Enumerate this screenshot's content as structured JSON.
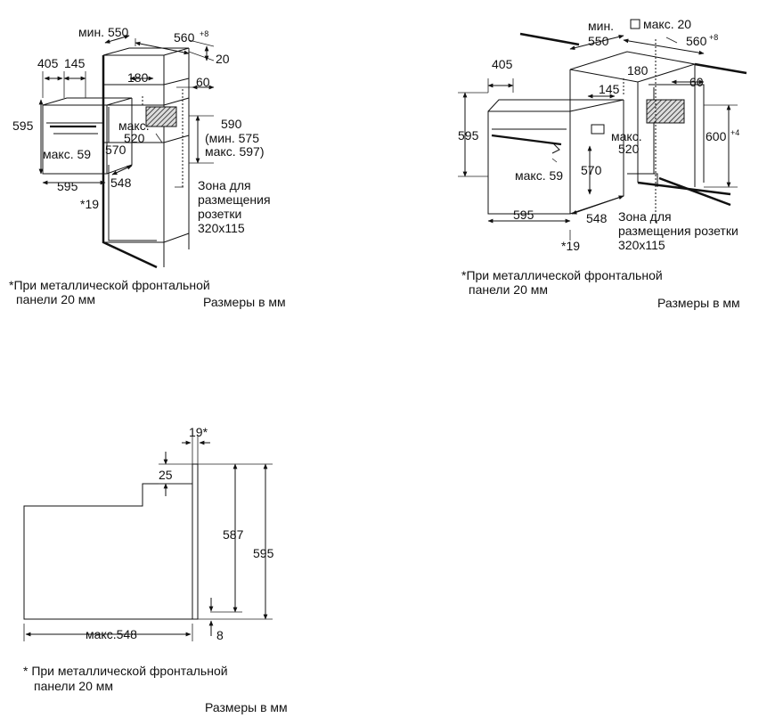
{
  "diagram1": {
    "dims": {
      "d550": "мин. 550",
      "d560": "560",
      "d560_sup": "+8",
      "d20": "20",
      "d405": "405",
      "d145": "145",
      "d180": "180",
      "d60": "60",
      "d595v": "595",
      "max520_line1": "макс.",
      "max520_line2": "520",
      "d590_line1": "590",
      "d590_line2": "(мин. 575",
      "d590_line3": "макс. 597)",
      "max59": "макс. 59",
      "d570": "570",
      "d595h": "595",
      "d548": "548",
      "d19": "*19"
    },
    "socket_zone": [
      "Зона для",
      "размещения",
      "розетки",
      "320x115"
    ],
    "footnote": [
      "*При металлической фронтальной",
      "панели 20 мм"
    ],
    "units": "Размеры в мм"
  },
  "diagram2": {
    "dims": {
      "min550_line1": "мин.",
      "min550_line2": "550",
      "max20": "макс. 20",
      "d560": "560",
      "d560_sup": "+8",
      "d405": "405",
      "d180": "180",
      "d145": "145",
      "d60": "60",
      "d595v": "595",
      "max520_line1": "макс.",
      "max520_line2": "520",
      "d600": "600",
      "d600_sup": "+4",
      "d570": "570",
      "max59": "макс. 59",
      "d595h": "595",
      "d548": "548",
      "d19": "*19"
    },
    "socket_zone": [
      "Зона для",
      "размещения розетки",
      "320x115"
    ],
    "footnote": [
      "*При металлической фронтальной",
      "панели 20 мм"
    ],
    "units": "Размеры в мм"
  },
  "diagram3": {
    "dims": {
      "d19": "19*",
      "d25": "25",
      "d587": "587",
      "d595": "595",
      "max548": "макс.548",
      "d8": "8"
    },
    "footnote": [
      "* При металлической фронтальной",
      "панели 20 мм"
    ],
    "units": "Размеры в мм"
  }
}
